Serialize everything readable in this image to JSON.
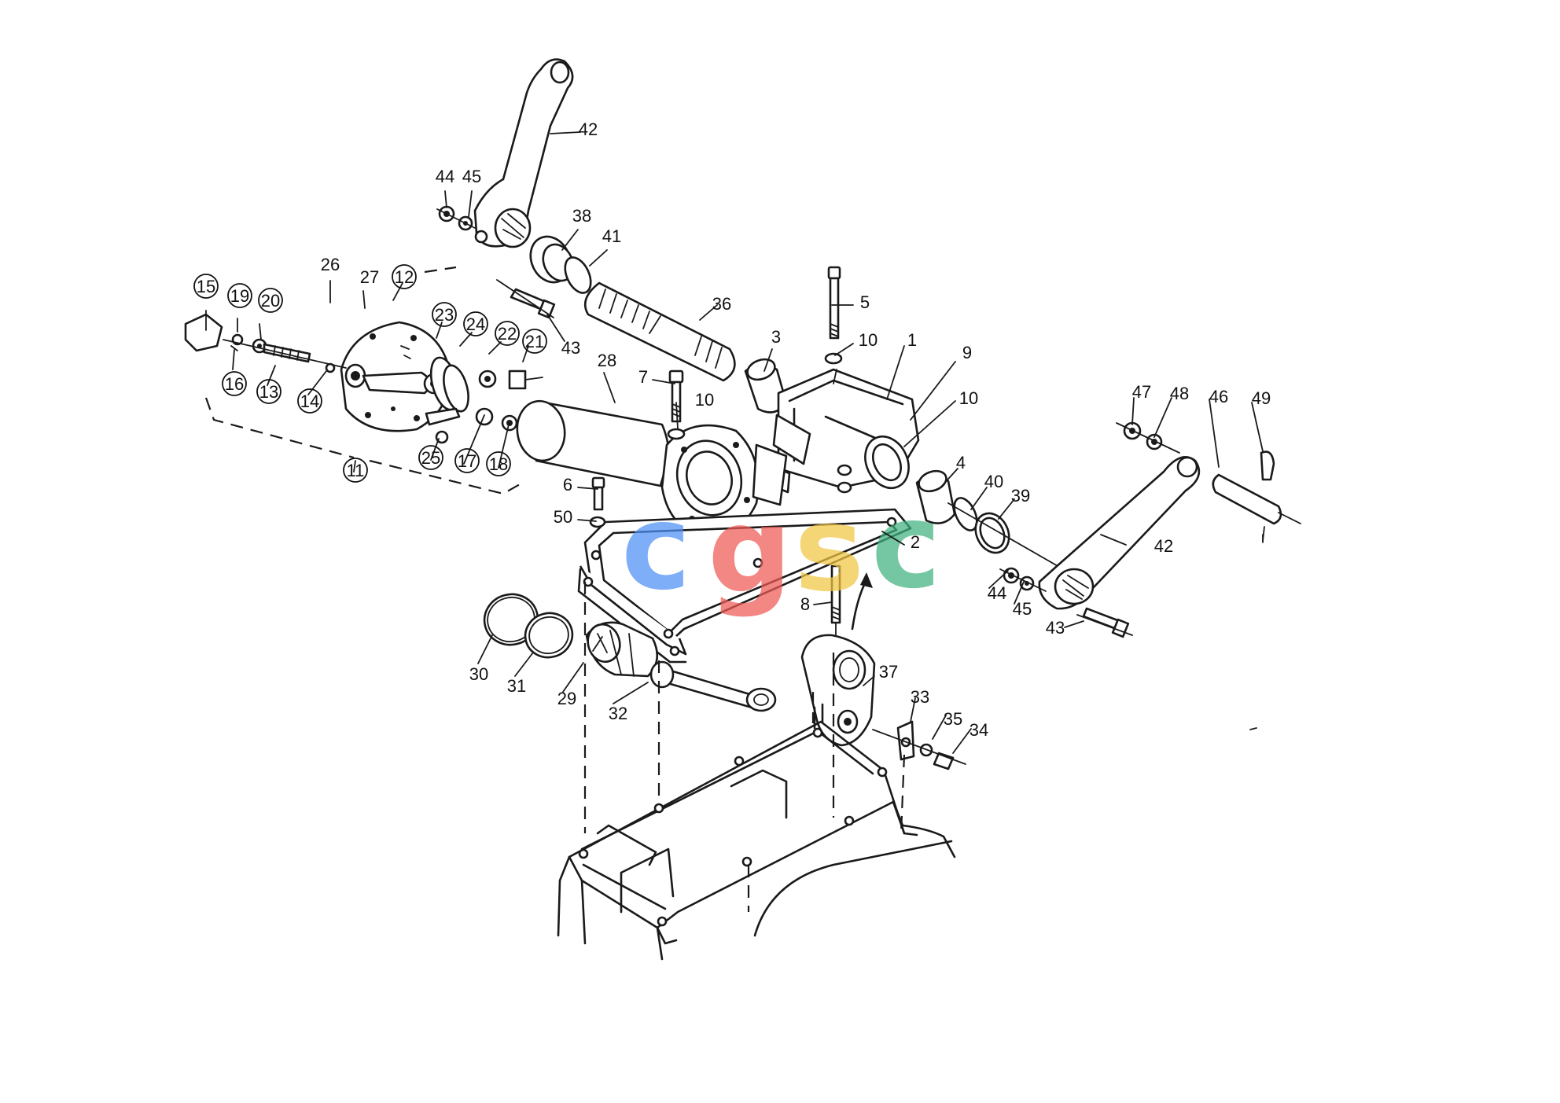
{
  "labels": [
    {
      "key": "42a",
      "text": "42",
      "leader": [
        [
          700,
          170
        ],
        [
          738,
          168
        ]
      ]
    },
    {
      "key": "44a",
      "text": "44",
      "leader": [
        [
          566,
          243
        ],
        [
          568,
          264
        ]
      ]
    },
    {
      "key": "45a",
      "text": "45",
      "leader": [
        [
          600,
          243
        ],
        [
          596,
          276
        ]
      ]
    },
    {
      "key": "38",
      "text": "38",
      "leader": [
        [
          735,
          292
        ],
        [
          715,
          318
        ]
      ]
    },
    {
      "key": "41",
      "text": "41",
      "leader": [
        [
          772,
          318
        ],
        [
          750,
          338
        ]
      ]
    },
    {
      "key": "43a",
      "text": "43",
      "leader": [
        [
          696,
          400
        ],
        [
          718,
          434
        ]
      ]
    },
    {
      "key": "36",
      "text": "36",
      "leader": [
        [
          890,
          407
        ],
        [
          912,
          388
        ]
      ]
    },
    {
      "key": "26",
      "text": "26",
      "leader": [
        [
          420,
          357
        ],
        [
          420,
          385
        ]
      ]
    },
    {
      "key": "27",
      "text": "27",
      "leader": [
        [
          462,
          370
        ],
        [
          464,
          392
        ]
      ]
    },
    {
      "key": "12",
      "text": "12",
      "leader": [
        [
          500,
          382
        ],
        [
          512,
          360
        ]
      ],
      "circled": true
    },
    {
      "key": "15",
      "text": "15",
      "leader": [
        [
          262,
          395
        ],
        [
          262,
          420
        ]
      ],
      "circled": true
    },
    {
      "key": "19",
      "text": "19",
      "leader": [
        [
          302,
          405
        ],
        [
          302,
          422
        ]
      ],
      "circled": true
    },
    {
      "key": "20",
      "text": "20",
      "leader": [
        [
          330,
          412
        ],
        [
          332,
          432
        ]
      ],
      "circled": true
    },
    {
      "key": "23",
      "text": "23",
      "leader": [
        [
          555,
          430
        ],
        [
          562,
          410
        ]
      ],
      "circled": true
    },
    {
      "key": "24",
      "text": "24",
      "leader": [
        [
          585,
          440
        ],
        [
          600,
          423
        ]
      ],
      "circled": true
    },
    {
      "key": "22",
      "text": "22",
      "leader": [
        [
          622,
          450
        ],
        [
          637,
          435
        ]
      ],
      "circled": true
    },
    {
      "key": "21",
      "text": "21",
      "leader": [
        [
          665,
          460
        ],
        [
          672,
          440
        ]
      ],
      "circled": true
    },
    {
      "key": "16",
      "text": "16",
      "leader": [
        [
          296,
          470
        ],
        [
          298,
          445
        ]
      ],
      "circled": true
    },
    {
      "key": "13",
      "text": "13",
      "leader": [
        [
          340,
          490
        ],
        [
          350,
          465
        ]
      ],
      "circled": true
    },
    {
      "key": "14",
      "text": "14",
      "leader": [
        [
          392,
          502
        ],
        [
          415,
          472
        ]
      ],
      "circled": true
    },
    {
      "key": "28",
      "text": "28",
      "leader": [
        [
          768,
          474
        ],
        [
          782,
          512
        ]
      ]
    },
    {
      "key": "3",
      "text": "3",
      "leader": [
        [
          982,
          444
        ],
        [
          972,
          472
        ]
      ]
    },
    {
      "key": "5",
      "text": "5",
      "leader": [
        [
          1085,
          388
        ],
        [
          1058,
          388
        ]
      ]
    },
    {
      "key": "10a",
      "text": "10",
      "leader": [
        [
          1085,
          437
        ],
        [
          1062,
          452
        ]
      ]
    },
    {
      "key": "1",
      "text": "1",
      "leader": [
        [
          1150,
          440
        ],
        [
          1128,
          508
        ]
      ]
    },
    {
      "key": "9",
      "text": "9",
      "leader": [
        [
          1215,
          460
        ],
        [
          1158,
          534
        ]
      ]
    },
    {
      "key": "10b",
      "text": "10",
      "leader": [
        [
          1215,
          510
        ],
        [
          1150,
          568
        ]
      ]
    },
    {
      "key": "7",
      "text": "7",
      "leader": [
        [
          830,
          483
        ],
        [
          858,
          488
        ]
      ]
    },
    {
      "key": "10c",
      "text": "10",
      "leader": [
        [
          860,
          512
        ],
        [
          862,
          545
        ]
      ]
    },
    {
      "key": "25",
      "text": "25",
      "leader": [
        [
          548,
          585
        ],
        [
          558,
          558
        ]
      ],
      "circled": true
    },
    {
      "key": "17",
      "text": "17",
      "leader": [
        [
          590,
          590
        ],
        [
          616,
          528
        ]
      ],
      "circled": true
    },
    {
      "key": "18",
      "text": "18",
      "leader": [
        [
          634,
          595
        ],
        [
          647,
          540
        ]
      ],
      "circled": true
    },
    {
      "key": "11",
      "text": "11",
      "leader": [
        [
          450,
          600
        ],
        [
          452,
          586
        ]
      ],
      "circled": true
    },
    {
      "key": "6",
      "text": "6",
      "leader": [
        [
          735,
          620
        ],
        [
          760,
          622
        ]
      ]
    },
    {
      "key": "50",
      "text": "50",
      "leader": [
        [
          735,
          661
        ],
        [
          758,
          663
        ]
      ]
    },
    {
      "key": "4",
      "text": "4",
      "leader": [
        [
          1218,
          596
        ],
        [
          1198,
          618
        ]
      ]
    },
    {
      "key": "40",
      "text": "40",
      "leader": [
        [
          1255,
          620
        ],
        [
          1235,
          648
        ]
      ]
    },
    {
      "key": "39",
      "text": "39",
      "leader": [
        [
          1290,
          635
        ],
        [
          1270,
          660
        ]
      ]
    },
    {
      "key": "2",
      "text": "2",
      "leader": [
        [
          1150,
          693
        ],
        [
          1122,
          676
        ]
      ]
    },
    {
      "key": "47",
      "text": "47",
      "leader": [
        [
          1442,
          506
        ],
        [
          1440,
          540
        ]
      ]
    },
    {
      "key": "48",
      "text": "48",
      "leader": [
        [
          1490,
          506
        ],
        [
          1468,
          556
        ]
      ]
    },
    {
      "key": "46",
      "text": "46",
      "leader": [
        [
          1538,
          508
        ],
        [
          1550,
          594
        ]
      ]
    },
    {
      "key": "49",
      "text": "49",
      "leader": [
        [
          1592,
          512
        ],
        [
          1606,
          574
        ]
      ]
    },
    {
      "key": "42b",
      "text": "42",
      "leader": [
        [
          1432,
          693
        ],
        [
          1400,
          680
        ]
      ]
    },
    {
      "key": "44b",
      "text": "44",
      "leader": [
        [
          1258,
          748
        ],
        [
          1282,
          726
        ]
      ]
    },
    {
      "key": "45b",
      "text": "45",
      "leader": [
        [
          1290,
          768
        ],
        [
          1302,
          740
        ]
      ]
    },
    {
      "key": "43b",
      "text": "43",
      "leader": [
        [
          1354,
          798
        ],
        [
          1378,
          790
        ]
      ]
    },
    {
      "key": "8",
      "text": "8",
      "leader": [
        [
          1035,
          769
        ],
        [
          1058,
          766
        ]
      ]
    },
    {
      "key": "30",
      "text": "30",
      "leader": [
        [
          608,
          844
        ],
        [
          626,
          808
        ]
      ]
    },
    {
      "key": "31",
      "text": "31",
      "leader": [
        [
          655,
          860
        ],
        [
          678,
          830
        ]
      ]
    },
    {
      "key": "29",
      "text": "29",
      "leader": [
        [
          716,
          880
        ],
        [
          742,
          843
        ]
      ]
    },
    {
      "key": "32",
      "text": "32",
      "leader": [
        [
          780,
          895
        ],
        [
          824,
          868
        ]
      ]
    },
    {
      "key": "37",
      "text": "37",
      "leader": [
        [
          1112,
          860
        ],
        [
          1098,
          872
        ]
      ]
    },
    {
      "key": "33",
      "text": "33",
      "leader": [
        [
          1164,
          888
        ],
        [
          1158,
          918
        ]
      ]
    },
    {
      "key": "35",
      "text": "35",
      "leader": [
        [
          1203,
          910
        ],
        [
          1186,
          940
        ]
      ]
    },
    {
      "key": "34",
      "text": "34",
      "leader": [
        [
          1235,
          927
        ],
        [
          1212,
          958
        ]
      ]
    }
  ],
  "watermark": {
    "letters": [
      {
        "char": "c",
        "color": "#4f8ff7"
      },
      {
        "char": "g",
        "color": "#ee5a55"
      },
      {
        "char": "s",
        "color": "#f2c744"
      },
      {
        "char": "c",
        "color": "#3fb27f"
      }
    ]
  }
}
